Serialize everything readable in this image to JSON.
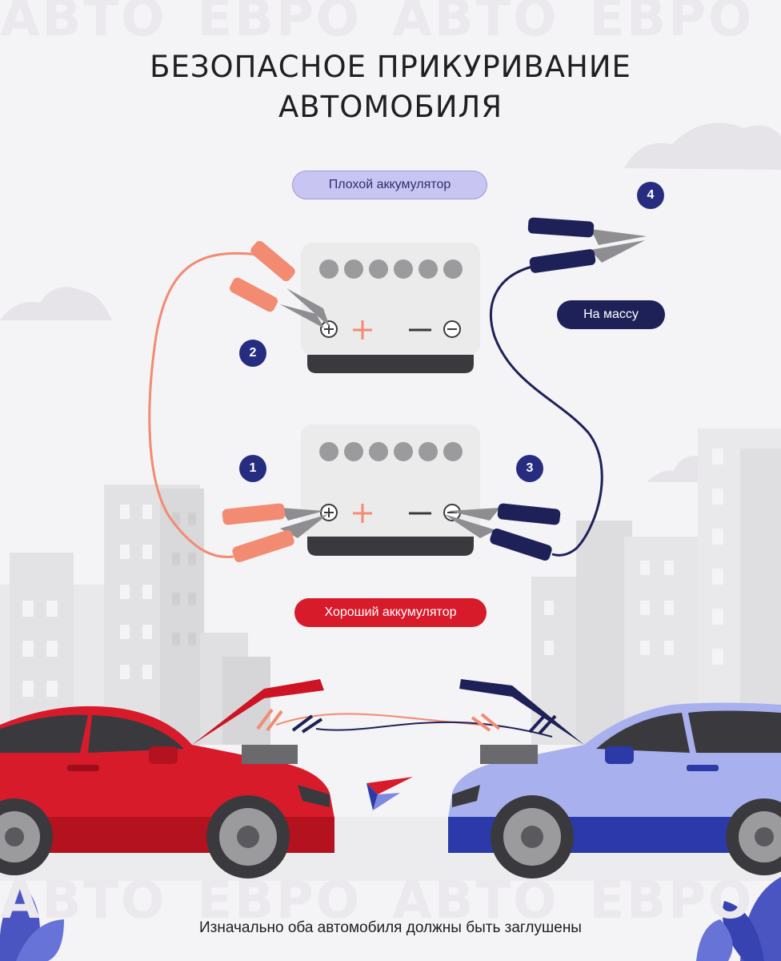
{
  "watermark": [
    "АВТО",
    "ЕВРО",
    "АВТО",
    "ЕВРО"
  ],
  "title": {
    "line1": "БЕЗОПАСНОЕ ПРИКУРИВАНИЕ",
    "line2": "АВТОМОБИЛЯ"
  },
  "labels": {
    "bad_battery": "Плохой аккумулятор",
    "good_battery": "Хороший аккумулятор",
    "ground": "На массу"
  },
  "steps": [
    "1",
    "2",
    "3",
    "4"
  ],
  "footer": "Изначально оба автомобиля должны быть заглушены",
  "colors": {
    "positive_cable": "#f28b72",
    "negative_cable": "#1d2158",
    "red_car": "#d81b2b",
    "blue_car": "#a8b1ee",
    "badge": "#262d80",
    "battery_body": "#ecebeb",
    "battery_base": "#3a3a3e"
  },
  "icons": [
    "battery-icon",
    "plus-terminal-icon",
    "minus-terminal-icon",
    "clamp-icon",
    "red-car-icon",
    "blue-car-icon",
    "city-skyline-icon",
    "logo-icon"
  ]
}
